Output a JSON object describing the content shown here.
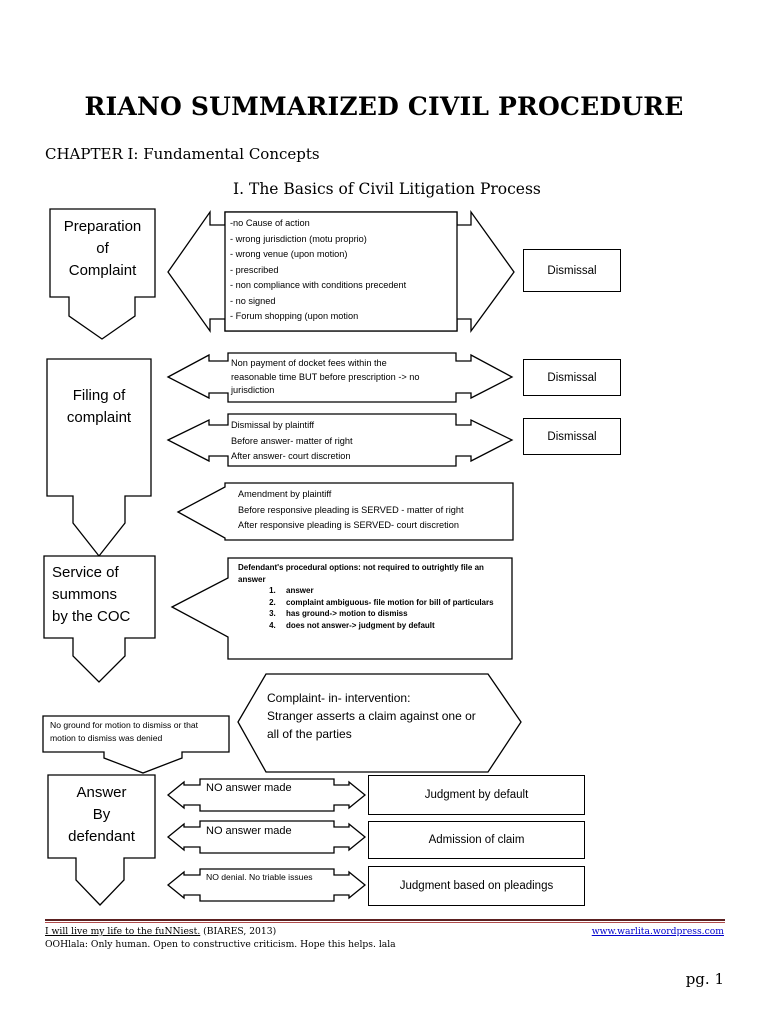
{
  "title": "RIANO SUMMARIZED CIVIL PROCEDURE",
  "chapter": "CHAPTER I: Fundamental Concepts",
  "section": "I. The Basics of Civil Litigation Process",
  "steps": {
    "preparation": {
      "line1": "Preparation",
      "line2": "of",
      "line3": "Complaint"
    },
    "filing": {
      "line1": "Filing of",
      "line2": "complaint"
    },
    "service": {
      "line1": "Service of",
      "line2": "summons",
      "line3": "by the COC"
    },
    "answer": {
      "line1": "Answer",
      "line2": "By",
      "line3": "defendant"
    }
  },
  "arrows": {
    "grounds": [
      "-no Cause of action",
      "- wrong jurisdiction (motu proprio)",
      "- wrong venue (upon motion)",
      "- prescribed",
      "- non compliance with conditions precedent",
      "- no signed",
      "- Forum shopping  (upon motion"
    ],
    "docket": [
      "Non payment of docket fees within the",
      "reasonable time BUT before prescription -> no",
      "jurisdiction"
    ],
    "dismissal_plaintiff": [
      "Dismissal by plaintiff",
      "Before answer- matter of right",
      "After answer- court discretion"
    ],
    "amendment": [
      "Amendment by plaintiff",
      "Before responsive pleading is SERVED - matter of right",
      "After responsive pleading is SERVED- court discretion"
    ],
    "options_intro": "Defendant's procedural options: not required to outrightly file an answer",
    "options": [
      "answer",
      "complaint ambiguous- file motion for bill of particulars",
      "has ground-> motion to dismiss",
      "does not answer-> judgment by default"
    ],
    "intervention": [
      "Complaint- in- intervention:",
      "Stranger asserts a claim against one or",
      "all of the parties"
    ],
    "no_ground": "No ground for motion to dismiss or that motion to dismiss was denied",
    "no_answer_1": "NO answer made",
    "no_answer_2": "NO answer made",
    "no_denial": "NO denial. No triable issues"
  },
  "results": {
    "dismissal_1": "Dismissal",
    "dismissal_2": "Dismissal",
    "dismissal_3": "Dismissal",
    "judgment_default": "Judgment by default",
    "admission": "Admission of claim",
    "judgment_pleadings": "Judgment based on pleadings"
  },
  "footer": {
    "quote": "I will live my life to the fuNNiest.",
    "cite": " (BIARES, 2013)",
    "link": "www.warlita.wordpress.com",
    "note": "OOHlala: Only human. Open to constructive criticism. Hope this helps. lala",
    "page": "pg. 1"
  },
  "colors": {
    "rule_dark": "#5b2121",
    "rule_light": "#b04b4b",
    "link": "#0000cc",
    "ink": "#000000"
  }
}
